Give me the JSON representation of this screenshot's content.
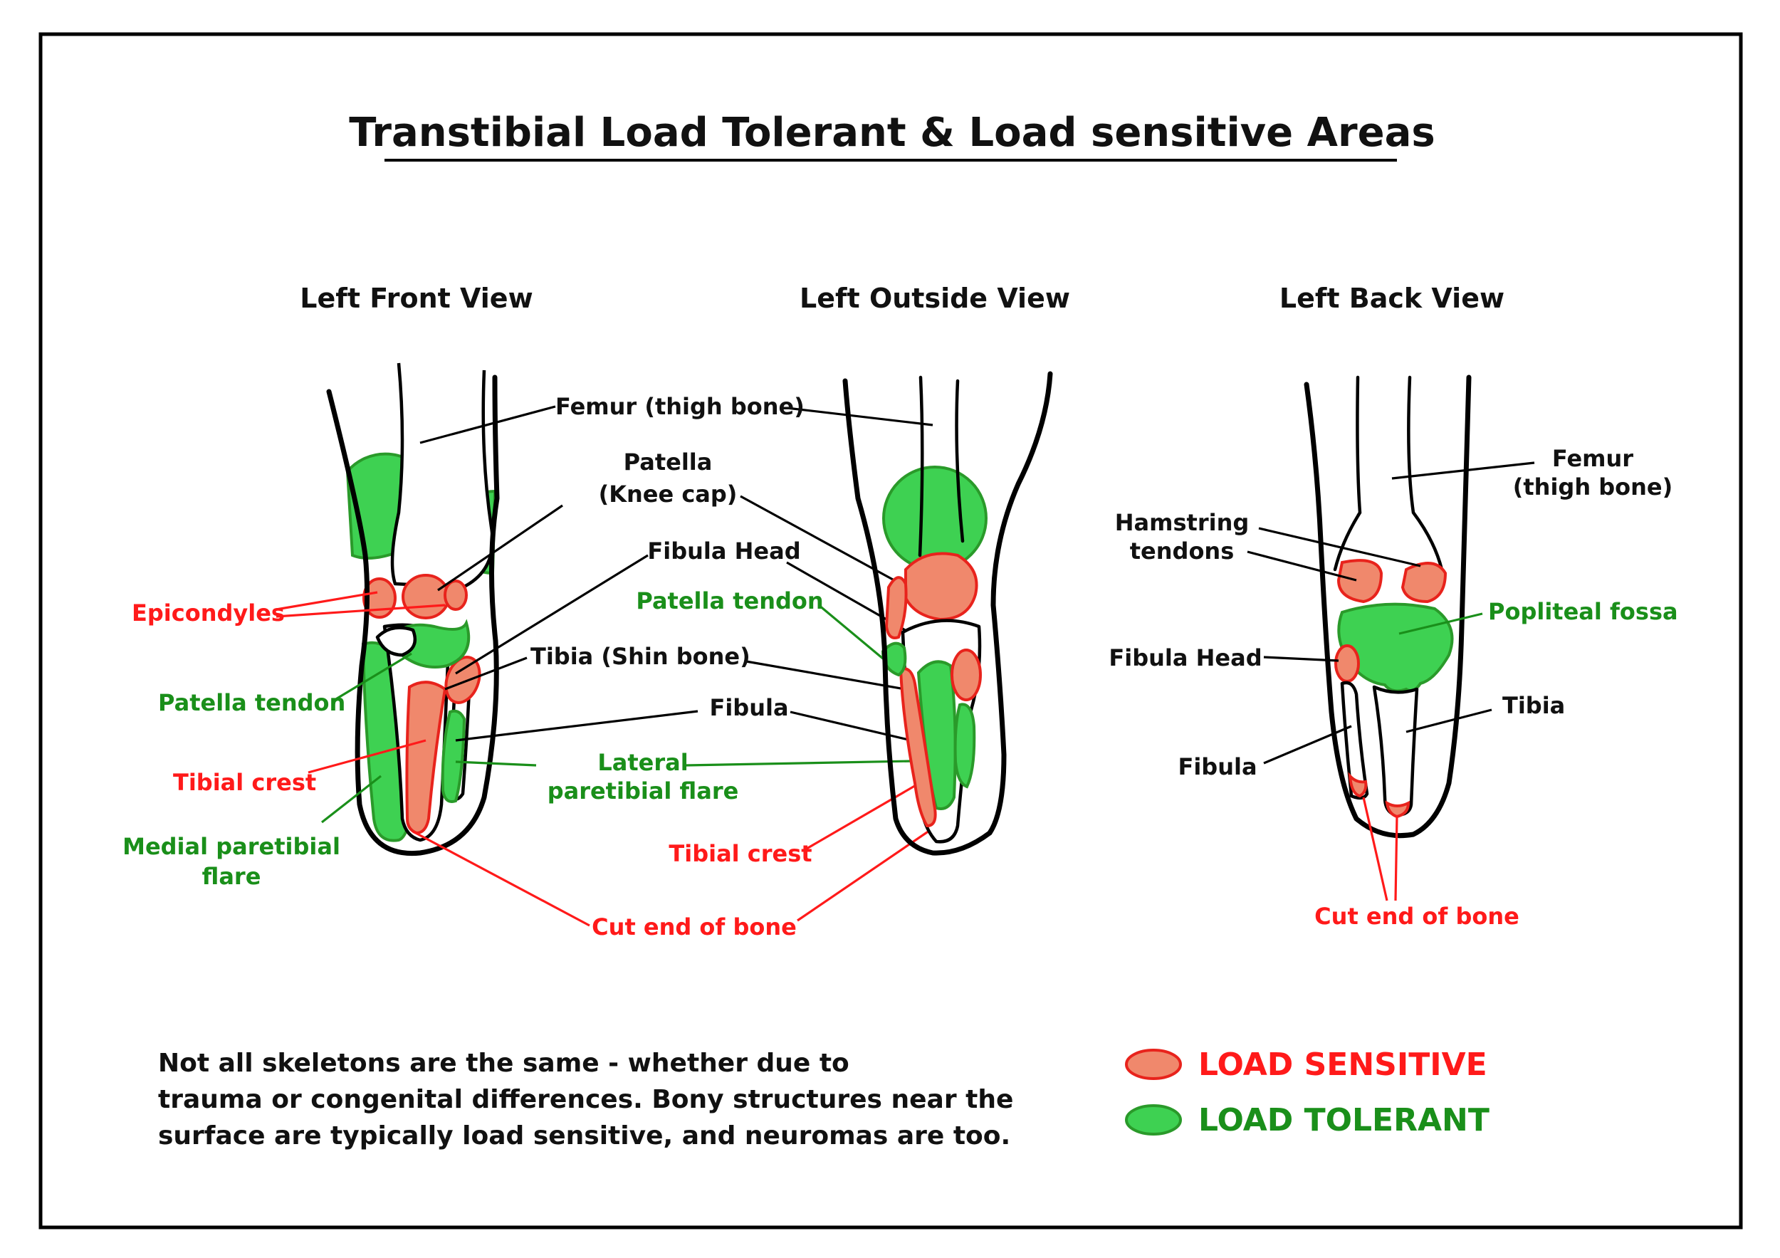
{
  "title": "Transtibial Load Tolerant & Load sensitive Areas",
  "views": {
    "front": "Left Front View",
    "outside": "Left Outside View",
    "back": "Left Back View"
  },
  "labels": {
    "femur_front": "Femur (thigh bone)",
    "patella_1": "Patella",
    "patella_2": "(Knee cap)",
    "fibula_head_front": "Fibula Head",
    "patella_tendon_outside": "Patella tendon",
    "epicondyles": "Epicondyles",
    "tibia_front": "Tibia (Shin bone)",
    "patella_tendon_front": "Patella tendon",
    "fibula_front": "Fibula",
    "lateral_flare_1": "Lateral",
    "lateral_flare_2": "paretibial flare",
    "tibial_crest_front": "Tibial crest",
    "medial_flare_1": "Medial paretibial",
    "medial_flare_2": "flare",
    "tibial_crest_outside": "Tibial crest",
    "cut_end_front": "Cut end of bone",
    "femur_back_1": "Femur",
    "femur_back_2": "(thigh bone)",
    "hamstring_1": "Hamstring",
    "hamstring_2": "tendons",
    "popliteal": "Popliteal fossa",
    "fibula_head_back": "Fibula Head",
    "tibia_back": "Tibia",
    "fibula_back": "Fibula",
    "cut_end_back": "Cut end of bone"
  },
  "note": {
    "line1": "Not all skeletons are the same - whether due to",
    "line2": "trauma or congenital differences. Bony structures near the",
    "line3": "surface are typically load sensitive, and neuromas are too."
  },
  "legend": {
    "sensitive": "LOAD SENSITIVE",
    "tolerant": "LOAD TOLERANT"
  },
  "colors": {
    "load_sensitive_fill": "#f0886c",
    "load_sensitive_stroke": "#e8231c",
    "load_tolerant_fill": "#3ed152",
    "load_tolerant_stroke": "#2a9a2a",
    "sensitive_label": "#ff1a1a",
    "tolerant_label": "#1a8f1a"
  }
}
